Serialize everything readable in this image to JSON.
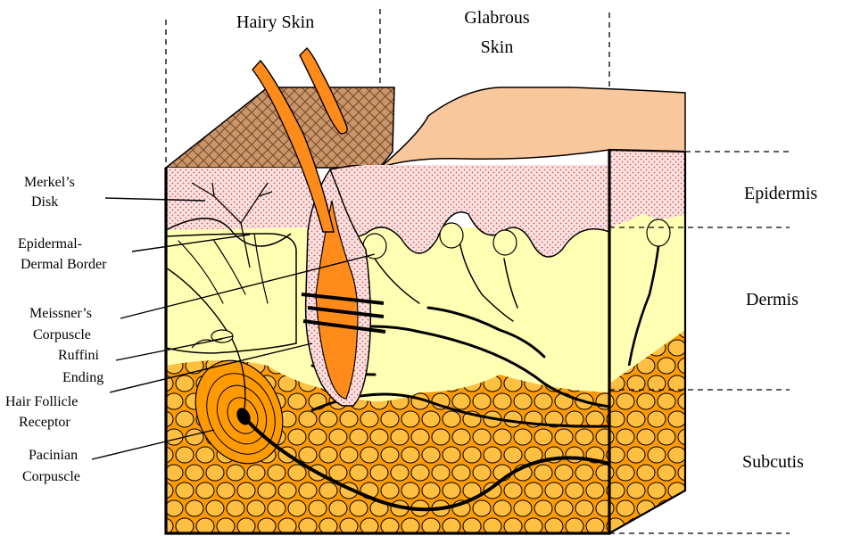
{
  "top_labels": {
    "hairy": "Hairy Skin",
    "glabrous": [
      "Glabrous",
      "Skin"
    ]
  },
  "layer_labels": {
    "epidermis": "Epidermis",
    "dermis": "Dermis",
    "subcutis": "Subcutis"
  },
  "receptor_labels": {
    "merkel": [
      "Merkel’s",
      "Disk"
    ],
    "border": [
      "Epidermal-",
      "Dermal Border"
    ],
    "meissner": [
      "Meissner’s",
      "Corpuscle"
    ],
    "ruffini": [
      "Ruffini",
      "Ending"
    ],
    "follicle": [
      "Hair Follicle",
      "Receptor"
    ],
    "pacinian": [
      "Pacinian",
      "Corpuscle"
    ]
  },
  "colors": {
    "epidermis": "#f4a9a9",
    "dermis": "#ffffb4",
    "subcutis": "#ff9a00",
    "hair": "#ff8c1a",
    "glabrous_top": "#f9c79c",
    "hairy_top": "#c9956a"
  }
}
